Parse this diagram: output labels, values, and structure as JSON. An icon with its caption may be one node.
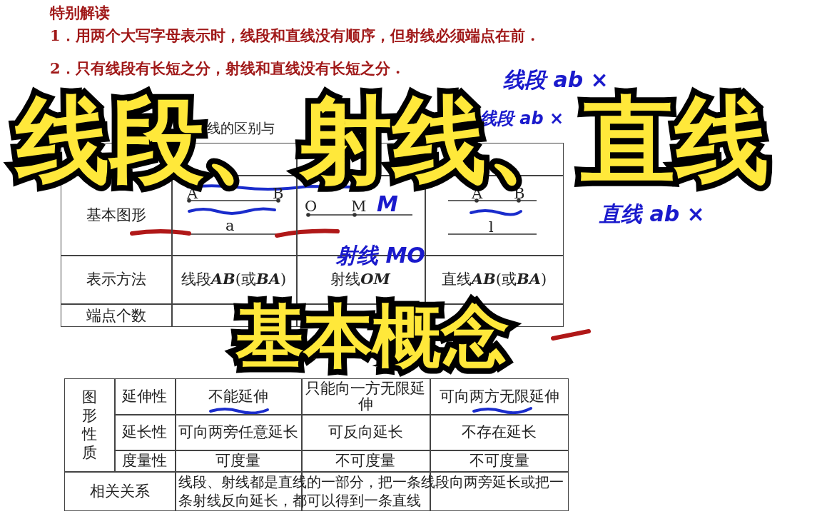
{
  "diagram": {
    "title": "线段、射线、直线",
    "caption": "基本概念",
    "labels": [
      "特别解读",
      "1．用两个大写字母表示时，线段和直线没有顺序，但射线必须端点在前 .",
      "2．只有线段有长短之分，射线和直线没有长短之分 .",
      "线段 ab ×",
      "线段 ab ×",
      "线的区别与",
      "M",
      "A",
      "B",
      "基本图形",
      "a",
      "O",
      "M",
      "A",
      "B",
      "l",
      "直线 ab ×",
      "射线 MO",
      "表示方法",
      "线段**AB**(或**BA**)",
      "射线**OM**",
      "直线**AB**(或**BA**)",
      "端点个数",
      "图形性质",
      "延伸性",
      "不能延伸",
      "只能向一方无限延伸",
      "可向两方无限延伸",
      "延长性",
      "可向两旁任意延长",
      "可反向延长",
      "不存在延长",
      "度量性",
      "可度量",
      "不可度量",
      "不可度量",
      "相关关系",
      "线段、射线都是直线的一部分，把一条线段向两旁延长或把一条射线反向延长，都可以得到一条直线"
    ]
  }
}
